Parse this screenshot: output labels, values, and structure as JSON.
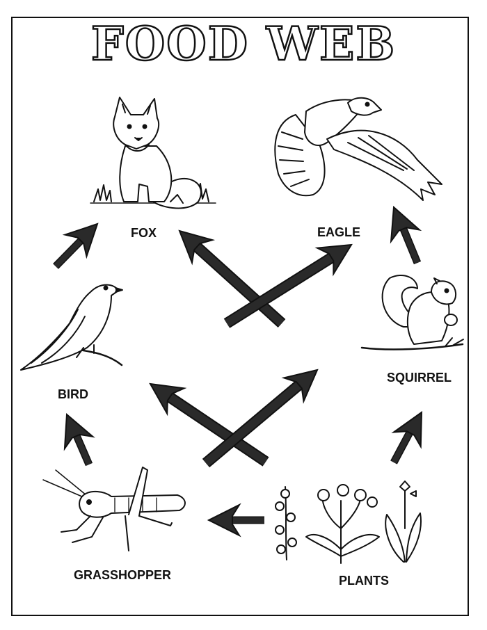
{
  "title": "FOOD WEB",
  "organisms": {
    "fox": "FOX",
    "eagle": "EAGLE",
    "bird": "BIRD",
    "squirrel": "SQUIRREL",
    "grasshopper": "GRASSHOPPER",
    "plants": "PLANTS"
  },
  "colors": {
    "ink": "#111111",
    "arrow_fill": "#2a2a2a",
    "paper": "#ffffff"
  }
}
